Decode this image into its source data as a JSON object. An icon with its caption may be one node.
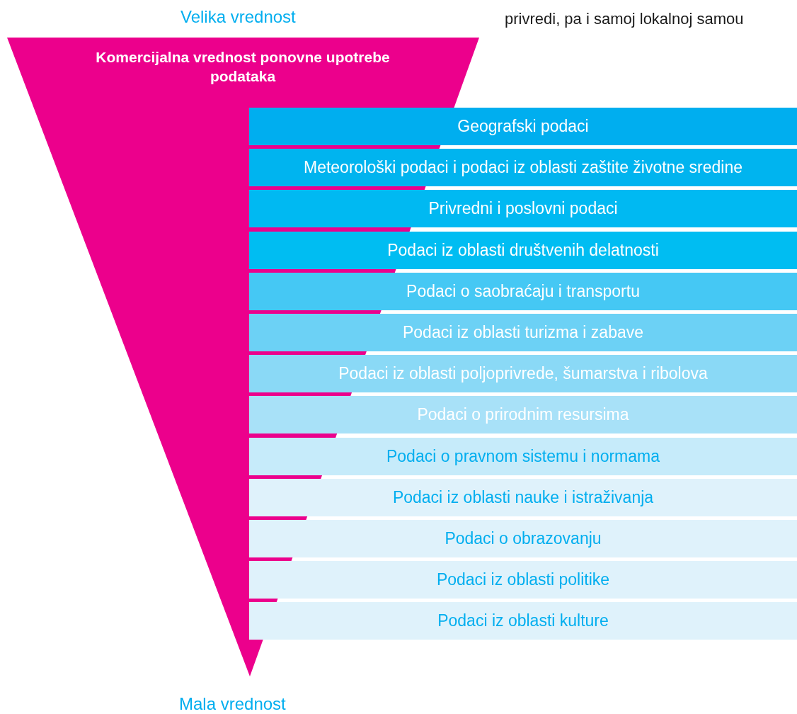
{
  "diagram": {
    "nodes": [
      {
        "text": [
          "Komercijalna vrednost ponovne upotrebe podataka"
        ]
      },
      {
        "text": [
          "Geografski podaci"
        ]
      },
      {
        "text": [
          "Meteorološki podaci i podaci iz oblasti zaštite životne sredine"
        ]
      },
      {
        "text": [
          "Privredni i poslovni podaci"
        ]
      },
      {
        "text": [
          "Podaci iz oblasti društvenih delatnosti"
        ]
      },
      {
        "text": [
          "Podaci o saobraćaju i transportu"
        ]
      },
      {
        "text": [
          "Podaci iz oblasti turizma i zabave"
        ]
      },
      {
        "text": [
          "Podaci iz oblasti poljoprivrede, šumarstva i ribolova"
        ]
      },
      {
        "text": [
          "Podaci o prirodnim resursima"
        ]
      },
      {
        "text": [
          "Podaci o pravnom sistemu i normama"
        ]
      },
      {
        "text": [
          "Podaci iz oblasti nauke i istraživanja"
        ]
      },
      {
        "text": [
          "Podaci o obrazovanju"
        ]
      },
      {
        "text": [
          "Podaci iz oblasti politike"
        ]
      },
      {
        "text": [
          "Podaci iz oblasti kulture"
        ]
      }
    ],
    "labels": [
      "Velika vrednost",
      "privredi, pa i samoj lokalnoj samou",
      "Mala vrednost"
    ]
  }
}
